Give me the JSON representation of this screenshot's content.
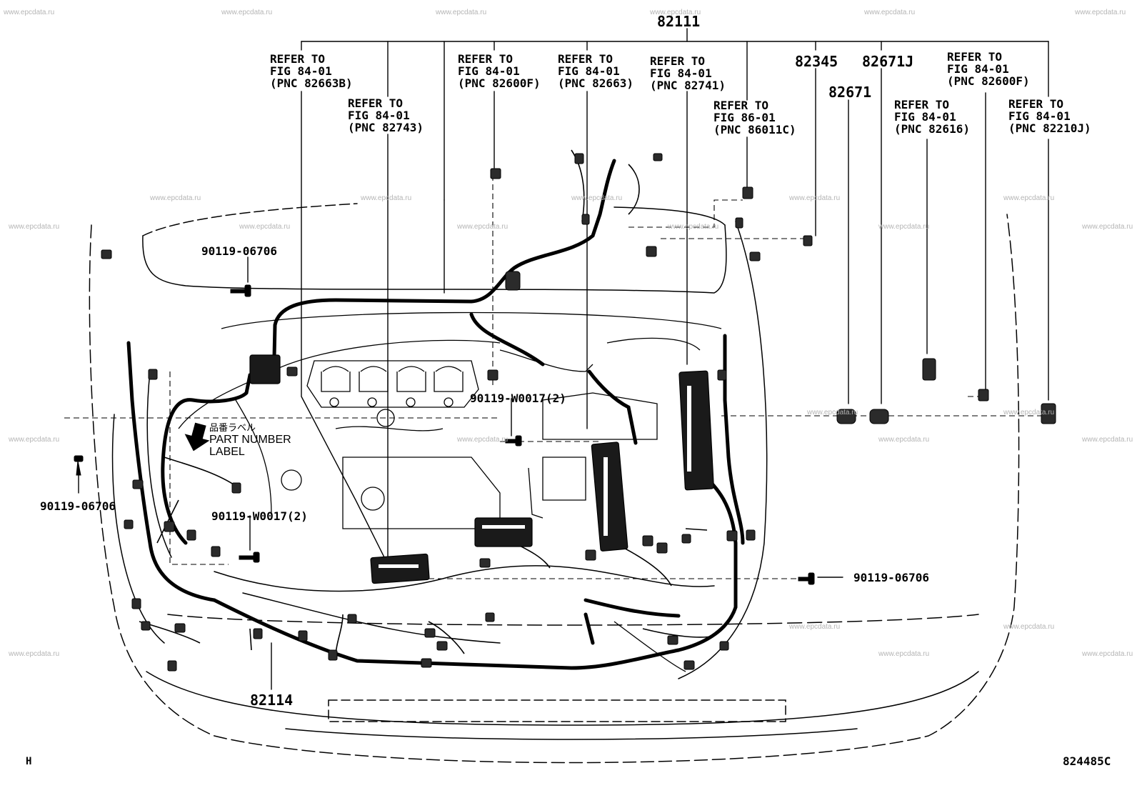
{
  "watermark": "www.epcdata.ru",
  "callouts": {
    "main": "82111",
    "sub": "82114",
    "p82345": "82345",
    "p82671j": "82671J",
    "p82671": "82671"
  },
  "refs": [
    {
      "l1": "REFER TO",
      "l2": "FIG 84-01",
      "l3": "(PNC 82663B)"
    },
    {
      "l1": "REFER TO",
      "l2": "FIG 84-01",
      "l3": "(PNC 82743)"
    },
    {
      "l1": "REFER TO",
      "l2": "FIG 84-01",
      "l3": "(PNC 82600F)"
    },
    {
      "l1": "REFER TO",
      "l2": "FIG 84-01",
      "l3": "(PNC 82663)"
    },
    {
      "l1": "REFER TO",
      "l2": "FIG 84-01",
      "l3": "(PNC 82741)"
    },
    {
      "l1": "REFER TO",
      "l2": "FIG 86-01",
      "l3": "(PNC 86011C)"
    },
    {
      "l1": "REFER TO",
      "l2": "FIG 84-01",
      "l3": "(PNC 82616)"
    },
    {
      "l1": "REFER TO",
      "l2": "FIG 84-01",
      "l3": "(PNC 82600F)"
    },
    {
      "l1": "REFER TO",
      "l2": "FIG 84-01",
      "l3": "(PNC 82210J)"
    }
  ],
  "bolts": {
    "top_left": "90119-06706",
    "left": "90119-06706",
    "center": "90119-W0017(2)",
    "lower_left": "90119-W0017(2)",
    "right": "90119-06706"
  },
  "label": {
    "jp": "品番ラベル",
    "l1": "PART NUMBER",
    "l2": "LABEL"
  },
  "corner_left": "H",
  "corner_right": "824485C"
}
